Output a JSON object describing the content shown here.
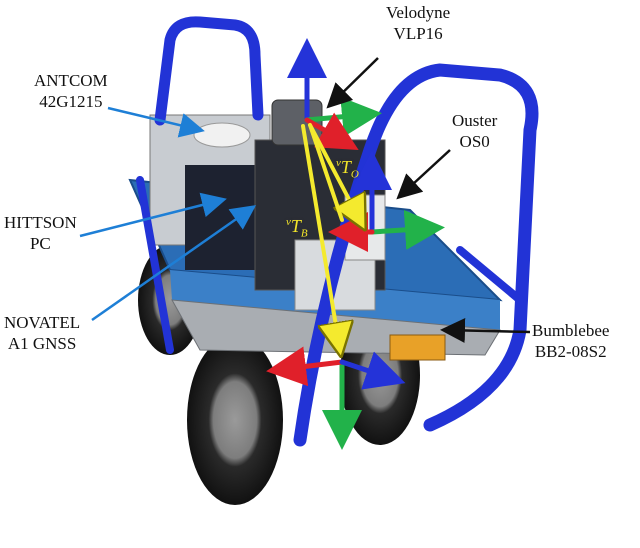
{
  "labels": {
    "velodyne": [
      "Velodyne",
      "VLP16"
    ],
    "antcom": [
      "ANTCOM",
      "42G1215"
    ],
    "ouster": [
      "Ouster",
      "OS0"
    ],
    "hittson": [
      "HITTSON",
      "PC"
    ],
    "novatel": [
      "NOVATEL",
      "A1 GNSS"
    ],
    "bumblebee": [
      "Bumblebee",
      "BB2-08S2"
    ]
  },
  "frames": {
    "t_o": {
      "sup": "v",
      "main": "T",
      "sub": "O"
    },
    "t_b": {
      "sup": "v",
      "main": "T",
      "sub": "B"
    }
  },
  "colors": {
    "frame_blue": "#2233d6",
    "axis_x": "#e0202a",
    "axis_y": "#22b24a",
    "axis_z": "#2433d8",
    "transform": "#f4ea2e",
    "label_line": "#1e7fd6",
    "pointer_black": "#111111"
  }
}
